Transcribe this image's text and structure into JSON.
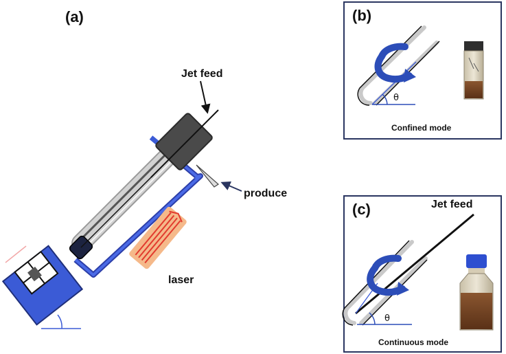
{
  "figure": {
    "panel_a": {
      "label": "(a)"
    },
    "panel_b": {
      "label": "(b)",
      "caption": "Confined mode",
      "angle_symbol": "θ"
    },
    "panel_c": {
      "label": "(c)",
      "caption": "Continuous mode",
      "angle_symbol": "θ",
      "jet_feed_label": "Jet feed"
    },
    "callouts": {
      "jet_feed": "Jet feed",
      "produce": "produce",
      "laser": "laser"
    },
    "colors": {
      "frame_blue": "#3b5bd6",
      "dark_blue": "#2c3ea8",
      "cap_grey": "#4a4a4a",
      "laser_orange": "#f5b98a",
      "laser_red": "#e23b2e",
      "liquid_brown": "#6b3d1c",
      "border_navy": "#2a3560"
    },
    "icons": [
      "rotation-arrow-icon",
      "vial-photo",
      "bottle-photo"
    ]
  }
}
